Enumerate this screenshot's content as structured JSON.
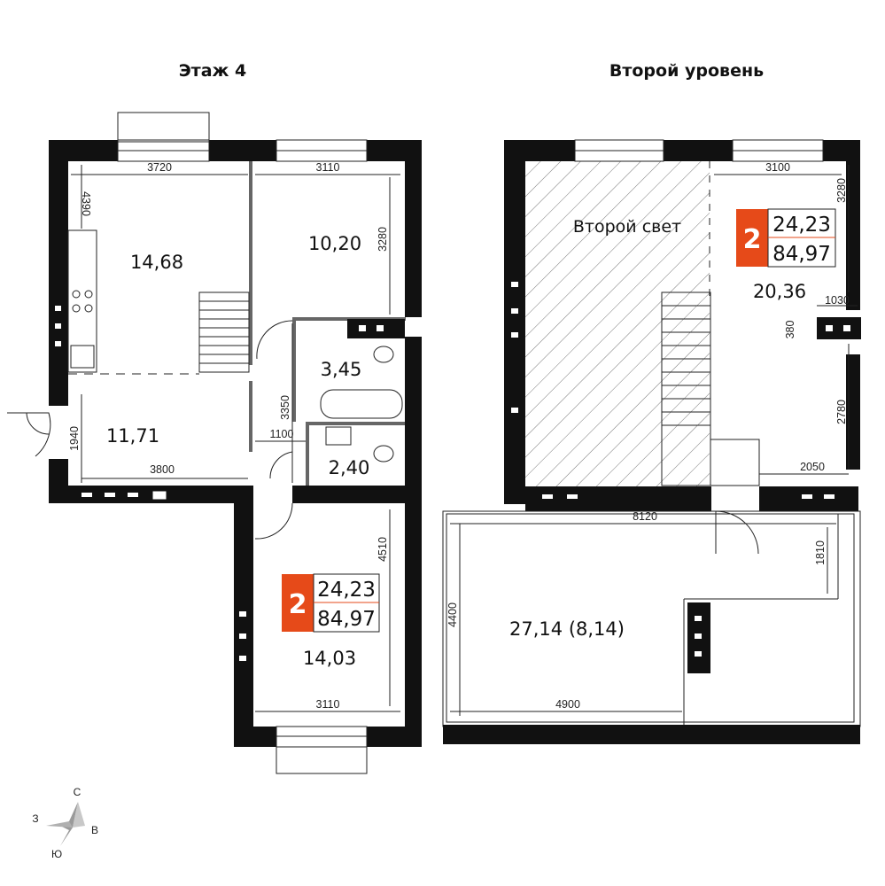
{
  "titles": {
    "floor4": "Этаж 4",
    "level2": "Второй уровень"
  },
  "floor4_rooms": {
    "kitchen": "14,68",
    "bedroom_top": "10,20",
    "bathroom": "3,45",
    "hall": "11,71",
    "wc": "2,40",
    "bedroom_bottom": "14,03"
  },
  "level2_rooms": {
    "double_height": "Второй свет",
    "room": "20,36",
    "terrace": "27,14 (8,14)"
  },
  "badge": {
    "rooms": "2",
    "living_area": "24,23",
    "total_area": "84,97",
    "color": "#e64a19"
  },
  "floor4_dims": {
    "d3720": "3720",
    "d3110_top": "3110",
    "d4390": "4390",
    "d3280": "3280",
    "d3350": "3350",
    "d1100": "1100",
    "d1940": "1940",
    "d3800": "3800",
    "d4510": "4510",
    "d3110_bottom": "3110"
  },
  "level2_dims": {
    "d3100": "3100",
    "d3280": "3280",
    "d1030": "1030",
    "d380": "380",
    "d2780": "2780",
    "d2050": "2050",
    "d8120": "8120",
    "d1810": "1810",
    "d4400": "4400",
    "d4900": "4900"
  },
  "compass": {
    "north": "С",
    "west": "З",
    "east": "В",
    "south": "Ю"
  }
}
